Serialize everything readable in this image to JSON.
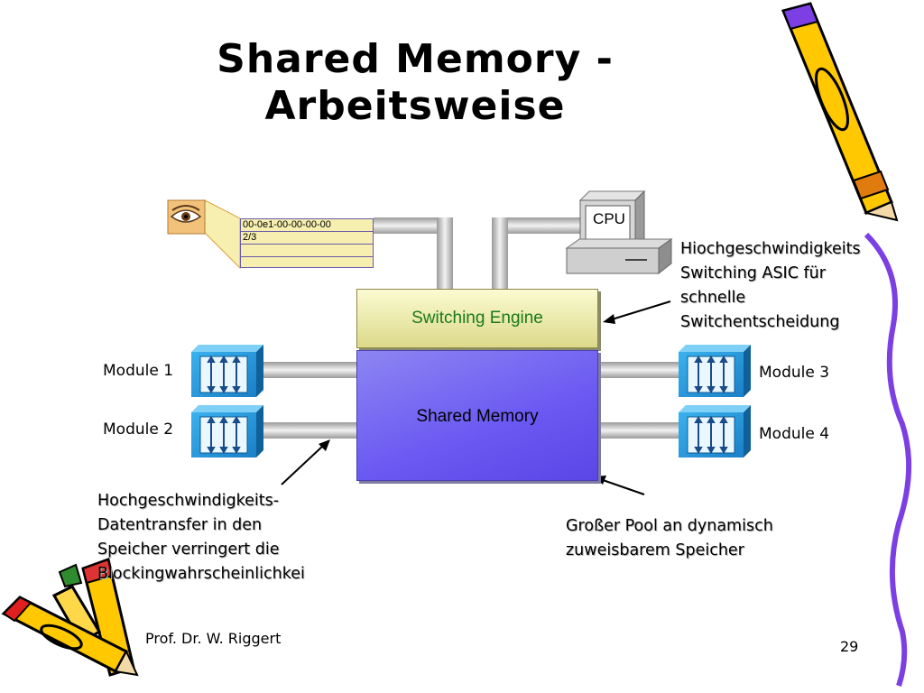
{
  "slide": {
    "title_line1": "Shared Memory -",
    "title_line2": "Arbeitsweise",
    "footer_author": "Prof. Dr. W. Riggert",
    "page_number": "29"
  },
  "diagram": {
    "engine_label": "Switching Engine",
    "memory_label": "Shared Memory",
    "cpu_label": "CPU",
    "modules": [
      "Module 1",
      "Module 2",
      "Module 3",
      "Module 4"
    ],
    "address_table": [
      "00-0e1-00-00-00-00",
      "2/3",
      "",
      ""
    ],
    "note_asic": [
      "Hiochgeschwindigkeits",
      "Switching ASIC für",
      "schnelle",
      "Switchentscheidung"
    ],
    "note_transfer": [
      "Hochgeschwindigkeits-",
      "Datentransfer in den",
      "Speicher verringert die",
      "Blockingwahrscheinlichkei"
    ],
    "note_pool": [
      "Großer Pool an dynamisch",
      "zuweisbarem Speicher"
    ]
  },
  "colors": {
    "engine_text": "#1a7a1a",
    "memory_fill": "#6a58f2",
    "engine_fill": "#f4f2c2",
    "module_fill": "#1e90d8",
    "pencil_yellow": "#ffc800",
    "pencil_outline": "#7b3fe4"
  },
  "icons": [
    "eye-icon",
    "cpu-computer-icon",
    "pencil-clipart-icon"
  ]
}
